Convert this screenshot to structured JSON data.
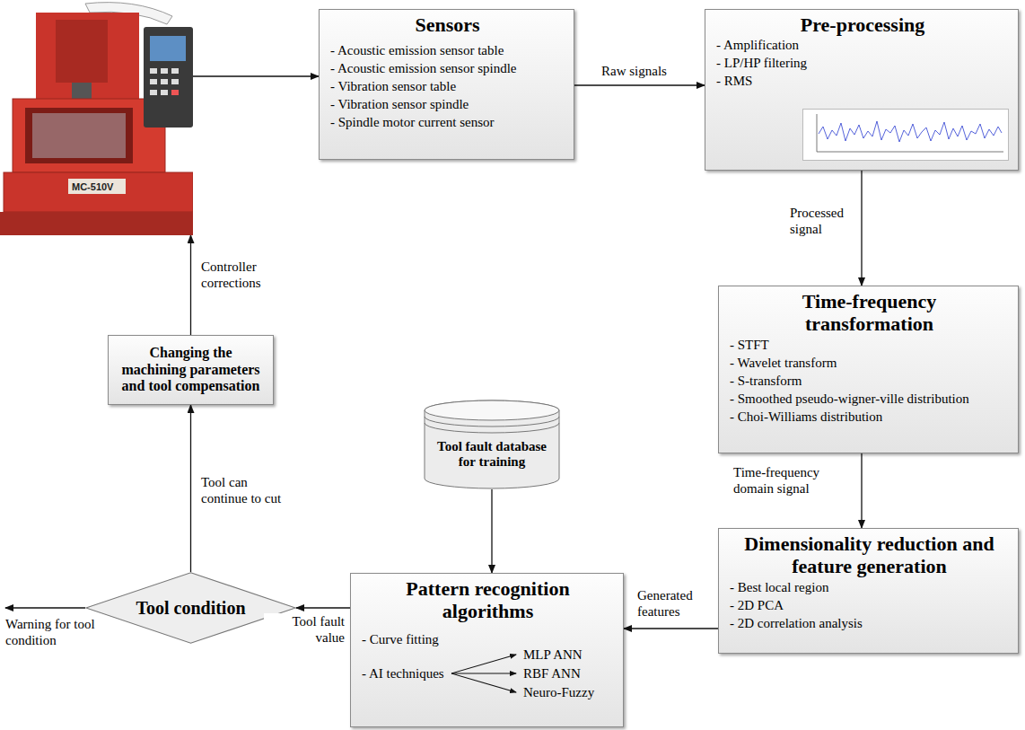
{
  "diagram": {
    "nodes": [
      {
        "text": [
          "MC-510V"
        ]
      },
      {
        "text": [
          "Sensors",
          "- Acoustic emission sensor table",
          "- Acoustic emission sensor spindle",
          "- Vibration sensor table",
          "- Vibration sensor spindle",
          "- Spindle motor current sensor"
        ]
      },
      {
        "text": [
          "Pre-processing",
          "- Amplification",
          "- LP/HP filtering",
          "- RMS"
        ]
      },
      {
        "text": [
          "Time-frequency transformation",
          "- STFT",
          "- Wavelet transform",
          "- S-transform",
          "- Smoothed pseudo-wigner-ville distribution",
          "- Choi-Williams distribution"
        ]
      },
      {
        "text": [
          "Dimensionality reduction and feature generation",
          "- Best local region",
          "- 2D PCA",
          "- 2D correlation analysis"
        ]
      },
      {
        "text": [
          "Pattern recognition algorithms",
          "- Curve fitting",
          "- AI techniques"
        ]
      },
      {
        "text": [
          "Tool fault database for training"
        ]
      },
      {
        "text": [
          "Tool condition"
        ]
      },
      {
        "text": [
          "Changing the machining parameters and tool compensation"
        ]
      }
    ],
    "edges": [
      {
        "from": 0,
        "to": 1,
        "arrow": "to"
      },
      {
        "from": 1,
        "to": 2,
        "label": "Raw signals",
        "arrow": "to"
      },
      {
        "from": 2,
        "to": 3,
        "label": "Processed signal",
        "arrow": "to"
      },
      {
        "from": 3,
        "to": 4,
        "label": "Time-frequency domain signal",
        "arrow": "to"
      },
      {
        "from": 4,
        "to": 5,
        "label": "Generated features",
        "arrow": "to"
      },
      {
        "from": 6,
        "to": 5,
        "arrow": "to"
      },
      {
        "from": 5,
        "to": 7,
        "label": "Tool fault value",
        "arrow": "to"
      },
      {
        "from": 7,
        "to": 8,
        "label": "Tool can continue to cut",
        "arrow": "to"
      },
      {
        "from": 8,
        "to": 0,
        "label": "Controller corrections",
        "arrow": "to"
      }
    ],
    "labels": [
      "Warning for tool condition",
      "MLP ANN",
      "RBF ANN",
      "Neuro-Fuzzy"
    ]
  }
}
